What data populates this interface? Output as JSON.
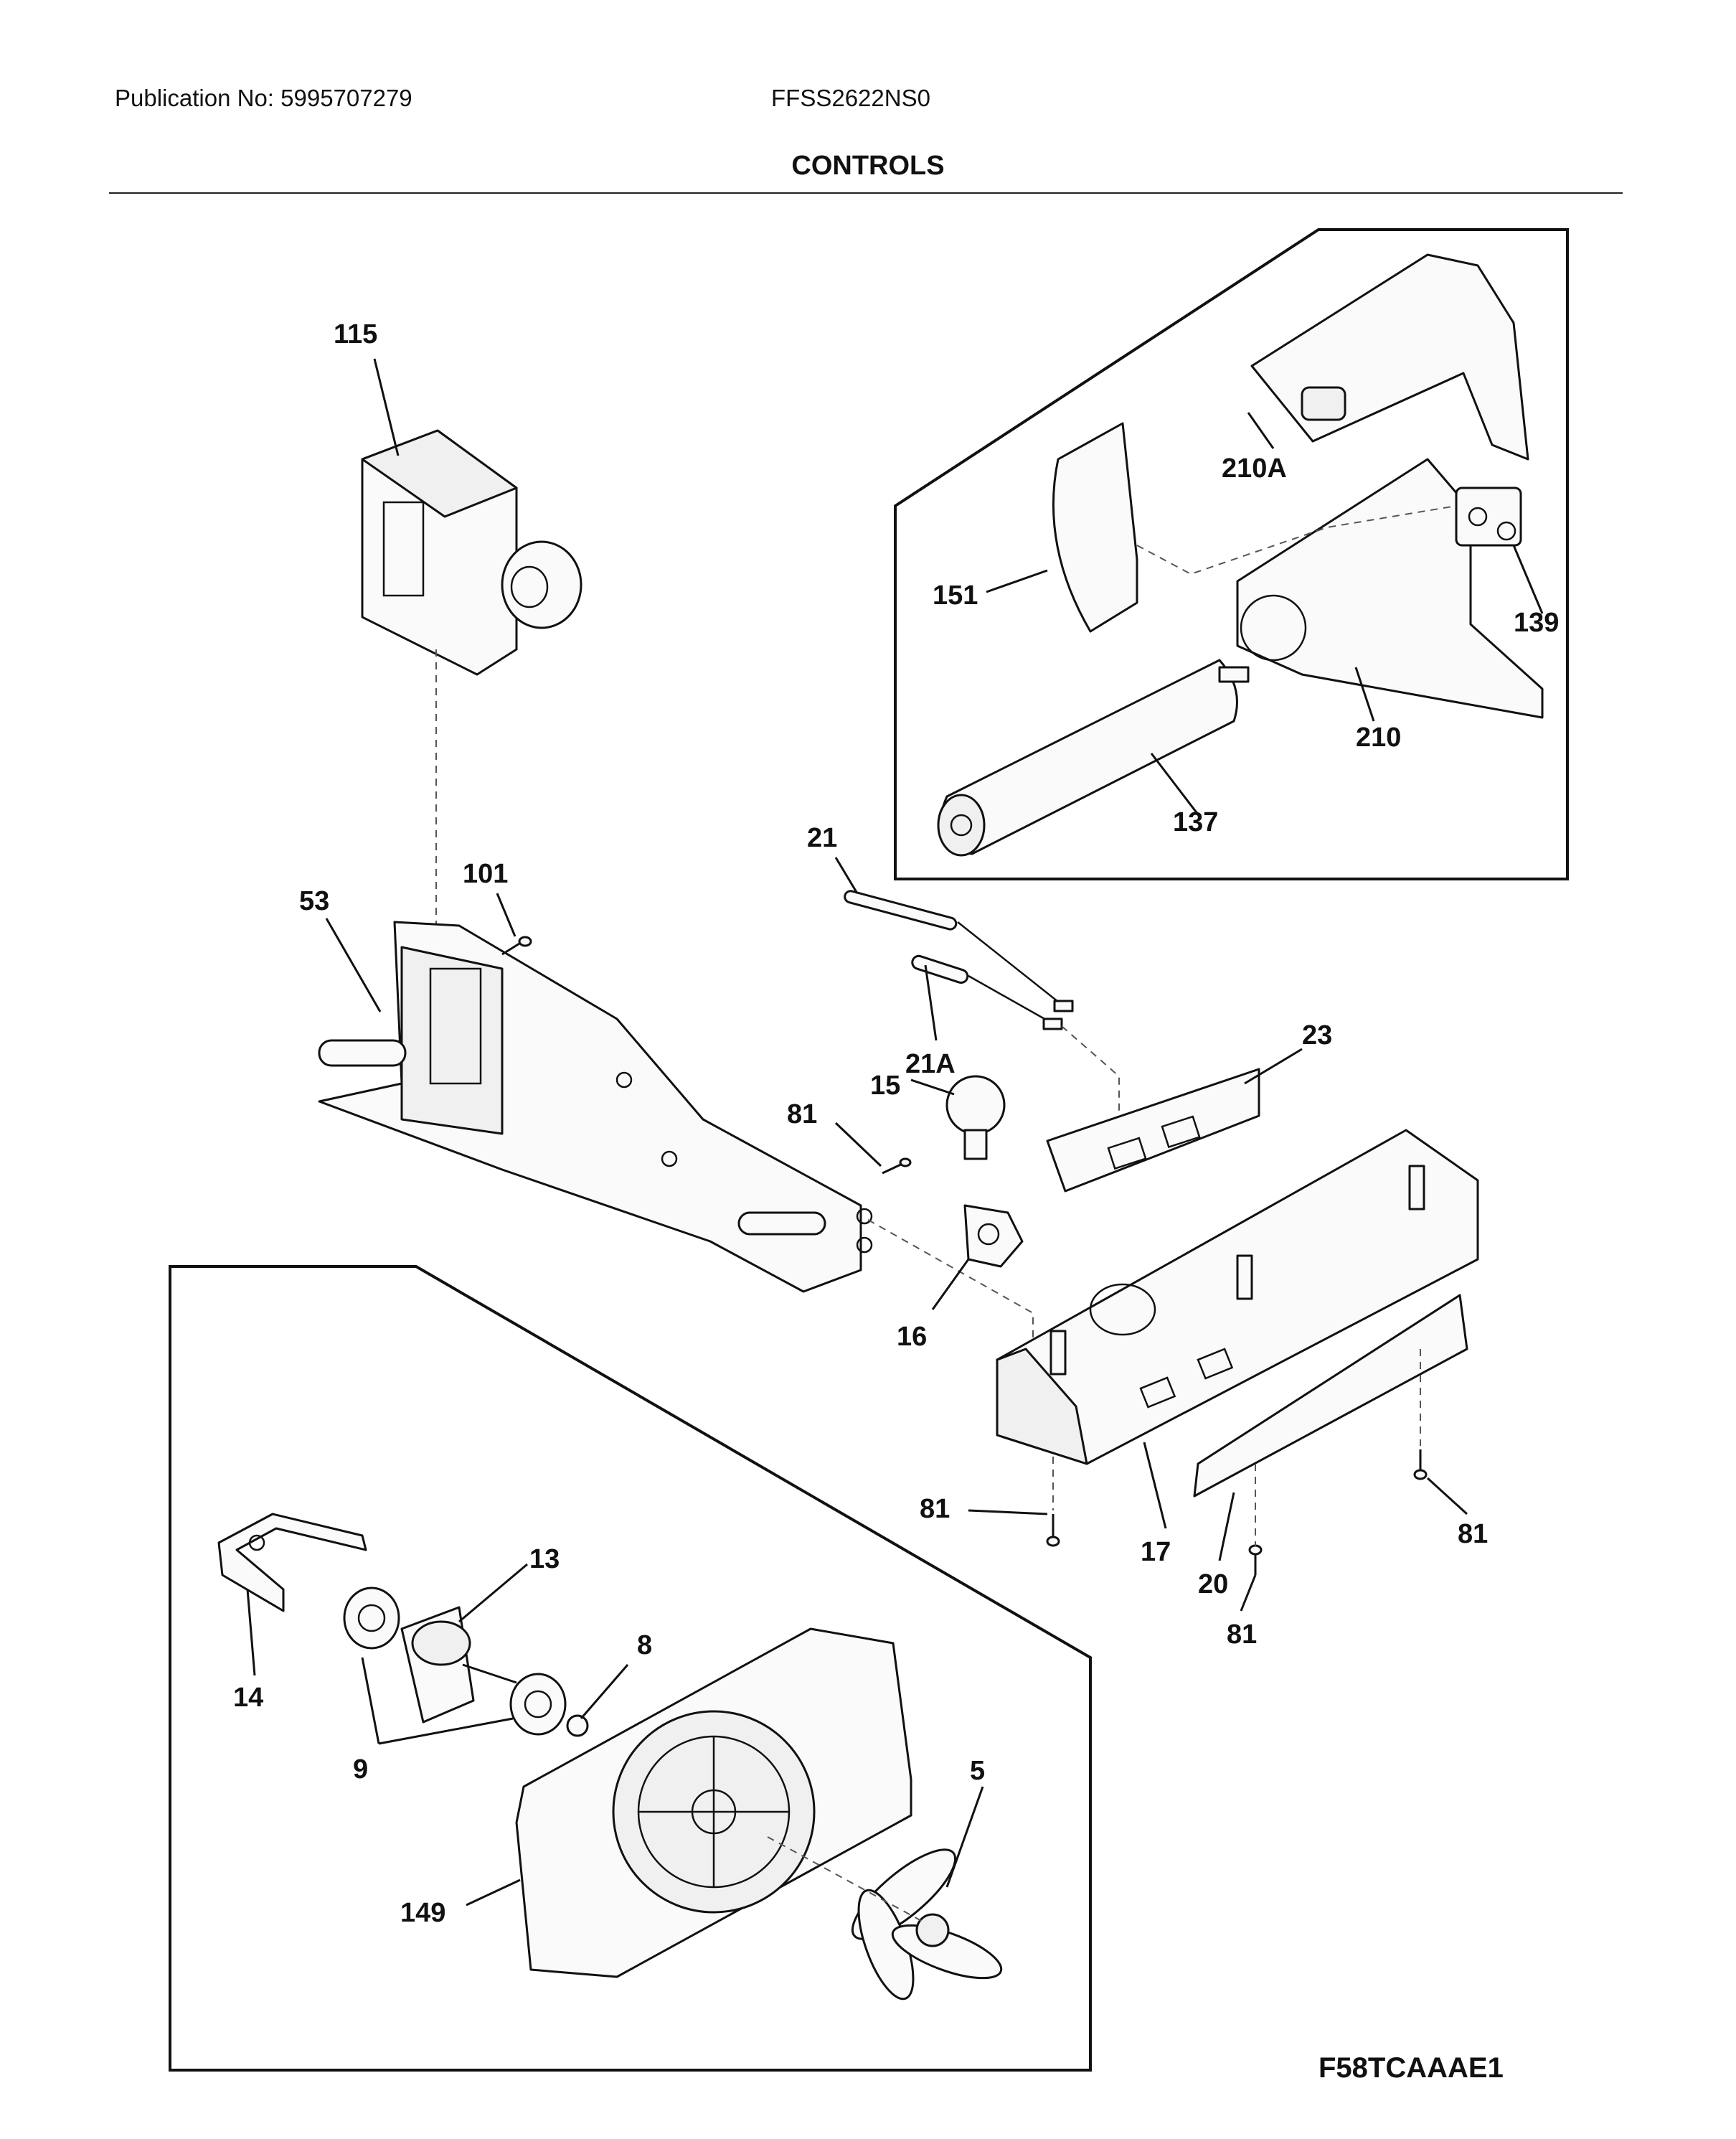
{
  "header": {
    "publication": "Publication No: 5995707279",
    "model": "FFSS2622NS0",
    "title": "CONTROLS"
  },
  "footer": {
    "diagram_code": "F58TCAAAE1"
  },
  "callouts": {
    "c115": "115",
    "c101": "101",
    "c53": "53",
    "c21": "21",
    "c21a": "21A",
    "c15": "15",
    "c23": "23",
    "c81a": "81",
    "c16": "16",
    "c81b": "81",
    "c17": "17",
    "c81c": "81",
    "c20": "20",
    "c81d": "81",
    "c210a": "210A",
    "c151": "151",
    "c139": "139",
    "c210": "210",
    "c137": "137",
    "c13": "13",
    "c14": "14",
    "c8": "8",
    "c9": "9",
    "c5": "5",
    "c149": "149"
  }
}
